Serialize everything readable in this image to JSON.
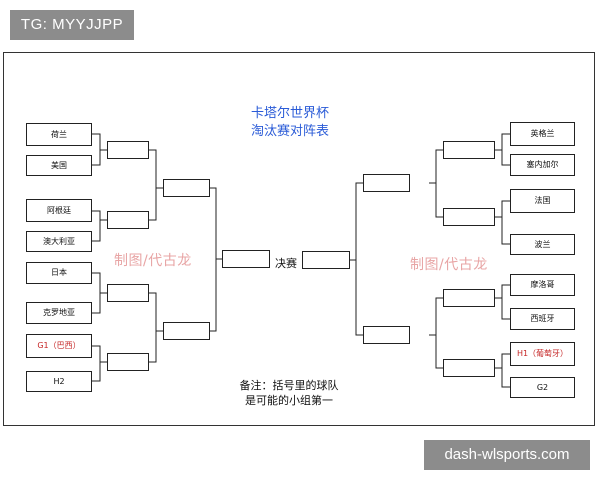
{
  "badge_top": "TG: MYYJJPP",
  "badge_bottom": "dash-wlsports.com",
  "title": [
    "卡塔尔世界杯",
    "淘汰赛对阵表"
  ],
  "final_label": "决赛",
  "watermark": "制图/代古龙",
  "note": [
    "备注：括号里的球队",
    "是可能的小组第一"
  ],
  "left_teams": [
    "荷兰",
    "美国",
    "阿根廷",
    "澳大利亚",
    "日本",
    "克罗地亚",
    "G1（巴西）",
    "H2"
  ],
  "right_teams": [
    "英格兰",
    "塞内加尔",
    "法国",
    "波兰",
    "摩洛哥",
    "西班牙",
    "H1（葡萄牙）",
    "G2"
  ],
  "highlight_color": "#c62828",
  "title_color": "#2a5bd7",
  "watermark_color": "#e8a5a5"
}
